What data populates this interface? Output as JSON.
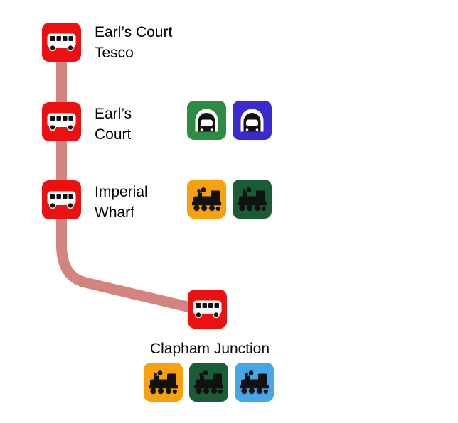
{
  "diagram": {
    "title_hint": "bus route with rail connections",
    "stops": [
      {
        "id": "earls-court-tesco",
        "line1": "Earl’s Court",
        "line2": "Tesco",
        "mode": "bus"
      },
      {
        "id": "earls-court",
        "line1": "Earl’s",
        "line2": "Court",
        "mode": "bus",
        "connections": [
          "tube-green",
          "tube-blue"
        ]
      },
      {
        "id": "imperial-wharf",
        "line1": "Imperial",
        "line2": "Wharf",
        "mode": "bus",
        "connections": [
          "train-orange",
          "train-dark-green"
        ]
      },
      {
        "id": "clapham-junction",
        "label": "Clapham Junction",
        "mode": "bus",
        "connections": [
          "train-orange",
          "train-dark-green",
          "train-light-blue"
        ]
      }
    ]
  },
  "icons": {
    "bus": "bus-icon",
    "tube": "tube-front-icon",
    "steam_train": "steam-train-icon"
  },
  "colors": {
    "route_line": "#d4847f",
    "bus_red": "#ed1010",
    "tube_green": "#2e8b45",
    "tube_blue": "#3a2bcf",
    "train_orange": "#f7a10c",
    "train_dark_green": "#1a5c38",
    "train_light_blue": "#45a7e8",
    "text": "#000000"
  }
}
